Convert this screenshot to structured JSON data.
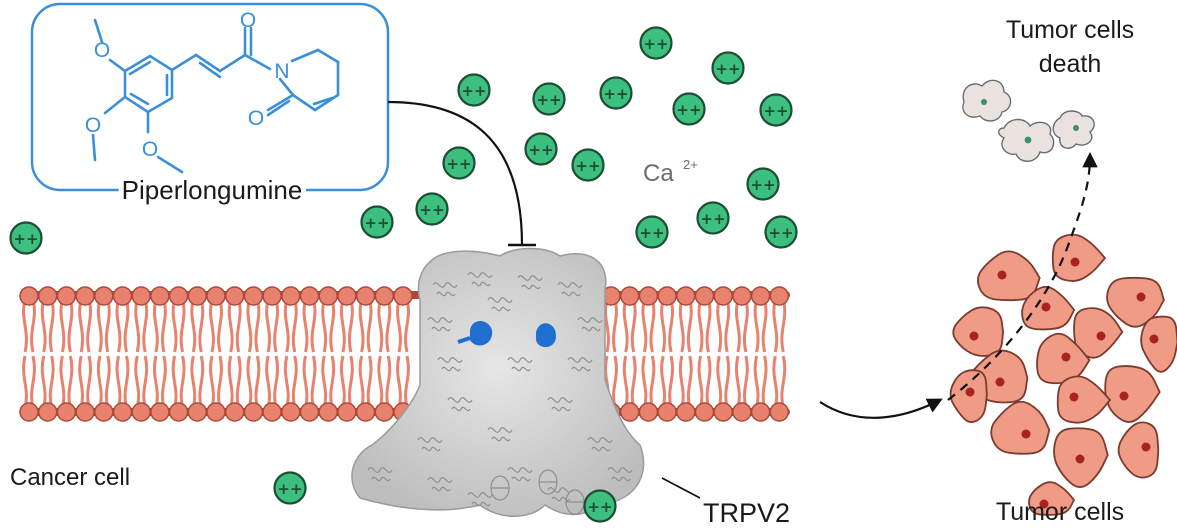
{
  "labels": {
    "compound": "Piperlongumine",
    "ion": "Ca",
    "ion_charge": "2+",
    "ion_glyph": "++",
    "cancer_cell": "Cancer cell",
    "channel": "TRPV2",
    "tumor_cells": "Tumor cells",
    "death_line1": "Tumor cells",
    "death_line2": "death"
  },
  "molecule": {
    "atoms": {
      "O": "O",
      "N": "N"
    }
  },
  "colors": {
    "molecule_blue": "#3b8fd8",
    "ion_fill": "#3dbf80",
    "ion_stroke": "#1d4d33",
    "membrane_fill": "#e8826f",
    "membrane_dark": "#a94a3a",
    "protein_gray": "#c9c9c9",
    "protein_blue": "#1f6fd1",
    "cell_fill": "#ef9b86",
    "cell_nucleus": "#a8241b",
    "dead_cell_fill": "#eae2df",
    "dead_cell_nucleus": "#3d8f6f"
  }
}
